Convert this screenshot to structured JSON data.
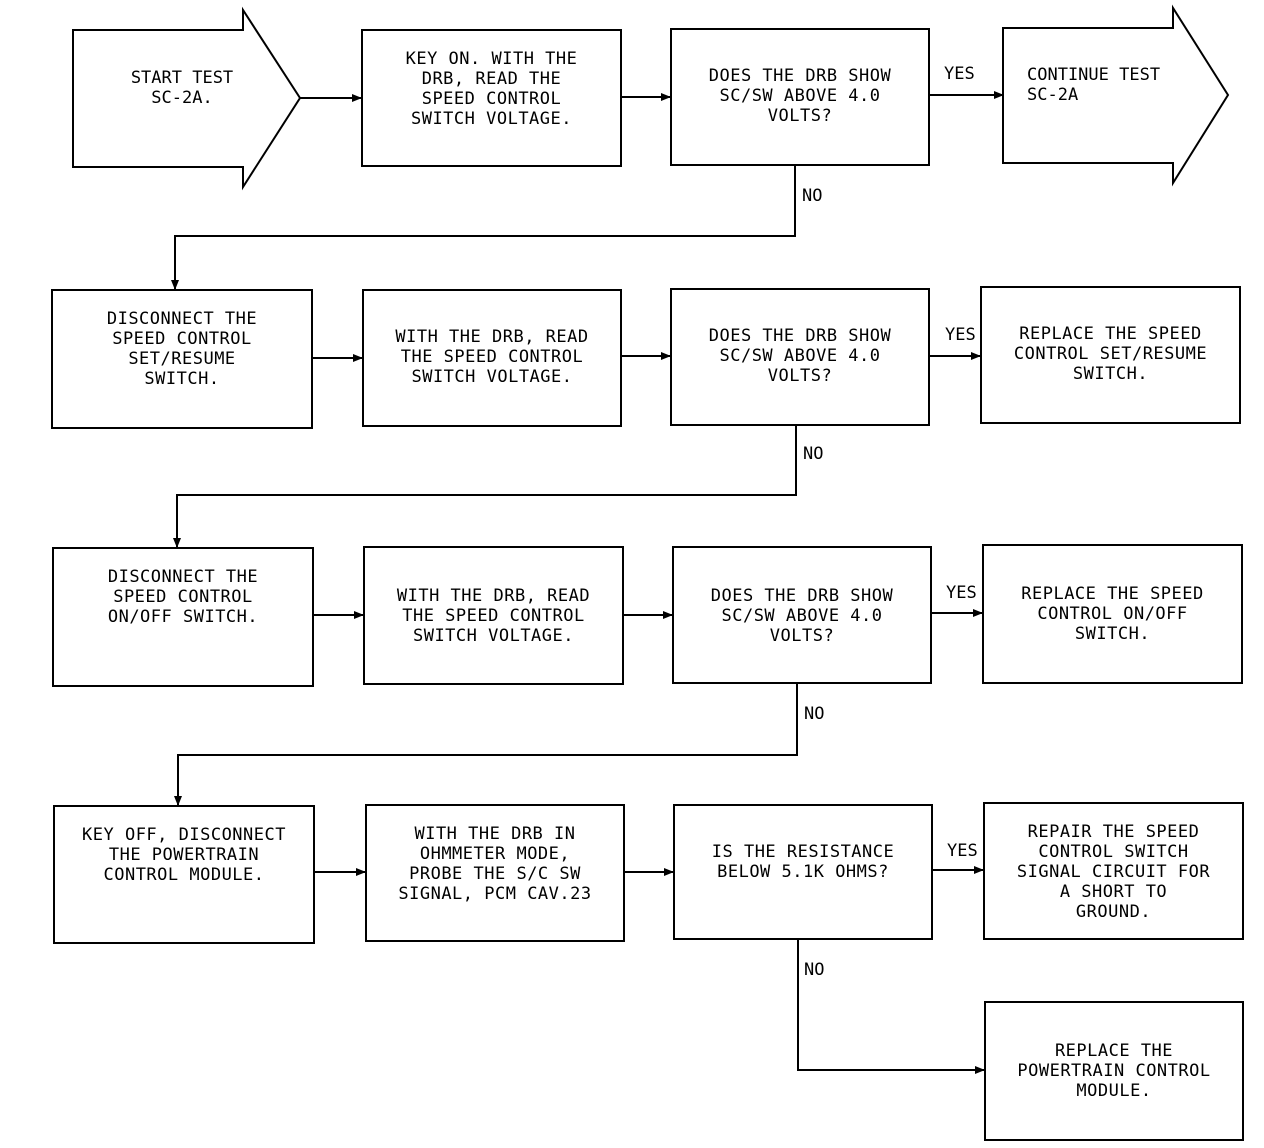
{
  "nodes": {
    "start": "START TEST\nSC-2A.",
    "r1b2": "KEY ON. WITH THE\nDRB, READ THE\nSPEED CONTROL\nSWITCH VOLTAGE.",
    "r1b3": "DOES THE DRB SHOW\nSC/SW ABOVE 4.0\nVOLTS?",
    "cont": "CONTINUE TEST\nSC-2A",
    "r2b1": "DISCONNECT THE\nSPEED CONTROL\nSET/RESUME\nSWITCH.",
    "r2b2": "WITH THE DRB, READ\nTHE SPEED CONTROL\nSWITCH VOLTAGE.",
    "r2b3": "DOES THE DRB SHOW\nSC/SW ABOVE 4.0\nVOLTS?",
    "r2b4": "REPLACE THE SPEED\nCONTROL SET/RESUME\nSWITCH.",
    "r3b1": "DISCONNECT THE\nSPEED CONTROL\nON/OFF SWITCH.",
    "r3b2": "WITH THE DRB, READ\nTHE SPEED CONTROL\nSWITCH VOLTAGE.",
    "r3b3": "DOES THE DRB SHOW\nSC/SW ABOVE 4.0\nVOLTS?",
    "r3b4": "REPLACE THE SPEED\nCONTROL ON/OFF\nSWITCH.",
    "r4b1": "KEY OFF, DISCONNECT\nTHE POWERTRAIN\nCONTROL MODULE.",
    "r4b2": "WITH THE DRB IN\nOHMMETER MODE,\nPROBE THE S/C SW\nSIGNAL, PCM CAV.23",
    "r4b3": "IS THE RESISTANCE\nBELOW 5.1K OHMS?",
    "r4b4": "REPAIR THE SPEED\nCONTROL SWITCH\nSIGNAL CIRCUIT FOR\nA SHORT TO\nGROUND.",
    "r5b4": "REPLACE THE\nPOWERTRAIN CONTROL\nMODULE."
  },
  "labels": {
    "yes": "YES",
    "no": "NO"
  }
}
